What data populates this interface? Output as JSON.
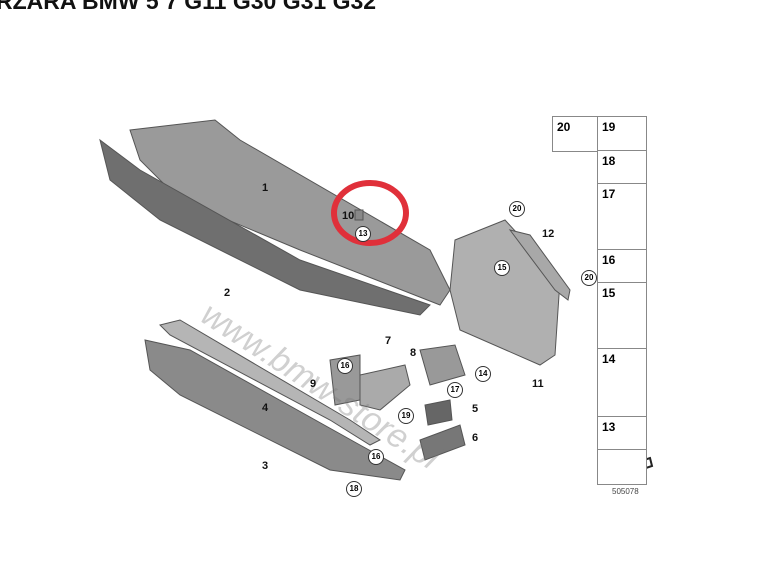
{
  "title": "RZARA BMW 5 7 G11 G30 G31 G32",
  "watermark": "www.bmw-store.pl",
  "diagram_code": "505078",
  "highlight_color": "#e0303a",
  "callouts": {
    "p1": "1",
    "p2": "2",
    "p3": "3",
    "p4": "4",
    "p5": "5",
    "p6": "6",
    "p7": "7",
    "p8": "8",
    "p9": "9",
    "p10": "10",
    "p11": "11",
    "p12": "12"
  },
  "circled": {
    "c13": "13",
    "c20a": "20",
    "c15": "15",
    "c20b": "20",
    "c16a": "16",
    "c14": "14",
    "c17": "17",
    "c19": "19",
    "c16b": "16",
    "c18": "18"
  },
  "parts_panel": [
    "20",
    "19",
    "18",
    "17",
    "16",
    "15",
    "14",
    "13"
  ]
}
